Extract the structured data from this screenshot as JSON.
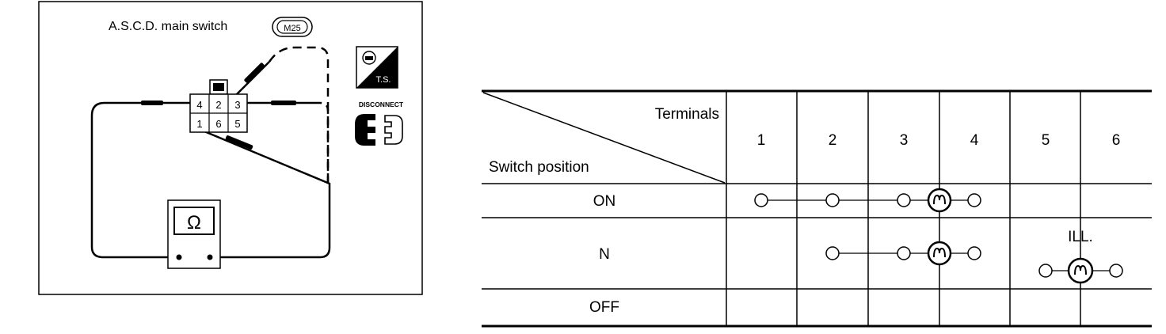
{
  "diagram": {
    "switch_label": "A.S.C.D. main switch",
    "connector_id": "M25",
    "connector_pins": {
      "top": [
        "4",
        "2",
        "3"
      ],
      "bottom": [
        "1",
        "6",
        "5"
      ]
    },
    "meter_symbol": "Ω",
    "ts_label": "T.S.",
    "disconnect_label": "DISCONNECT",
    "icons": [
      "ignition-key-icon",
      "disconnect-connector-icon",
      "ohmmeter-icon",
      "probe-icon"
    ]
  },
  "table": {
    "header_terminals": "Terminals",
    "header_switch_position": "Switch position",
    "terminals": [
      "1",
      "2",
      "3",
      "4",
      "5",
      "6"
    ],
    "rows": [
      {
        "position": "ON",
        "continuity": [
          1,
          2,
          3,
          4
        ],
        "lamp_between": [
          3,
          4
        ]
      },
      {
        "position": "N",
        "continuity": [
          2,
          3,
          4
        ],
        "lamp_between": [
          3,
          4
        ],
        "illumination": {
          "label": "ILL.",
          "terminals": [
            5,
            6
          ]
        }
      },
      {
        "position": "OFF",
        "continuity": []
      }
    ]
  }
}
